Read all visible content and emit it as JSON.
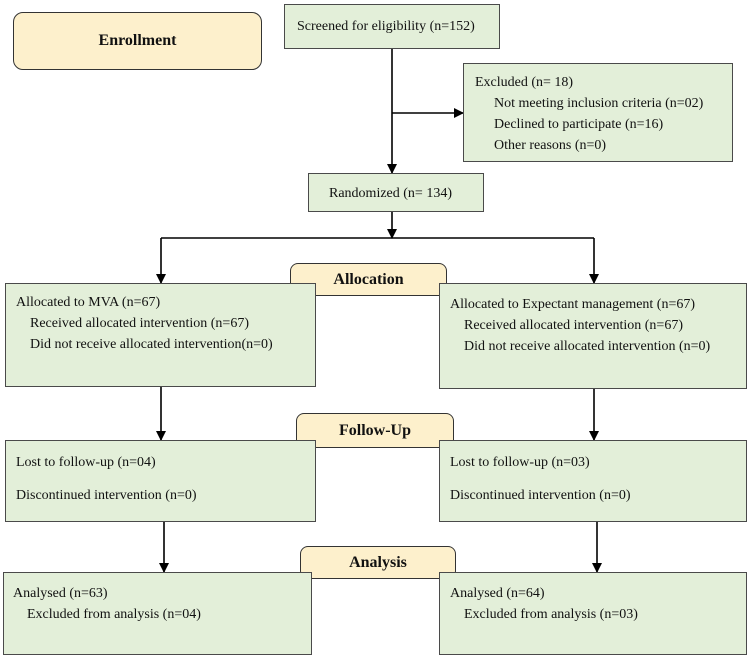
{
  "stages": {
    "enrollment": "Enrollment",
    "allocation": "Allocation",
    "followup": "Follow-Up",
    "analysis": "Analysis"
  },
  "screened": "Screened for eligibility (n=152)",
  "excluded": {
    "title": "Excluded (n= 18)",
    "items": [
      "Not meeting inclusion criteria (n=02)",
      "Declined to participate (n=16)",
      "Other reasons (n=0)"
    ]
  },
  "randomized": "Randomized (n= 134)",
  "left": {
    "allocation": {
      "title": "Allocated to MVA (n=67)",
      "items": [
        "Received allocated intervention (n=67)",
        "Did not receive allocated intervention(n=0)"
      ]
    },
    "followup": {
      "lost": "Lost to follow-up (n=04)",
      "discontinued": "Discontinued intervention (n=0)"
    },
    "analysis": {
      "analysed": "Analysed (n=63)",
      "excluded": "Excluded from analysis (n=04)"
    }
  },
  "right": {
    "allocation": {
      "title": "Allocated to Expectant management (n=67)",
      "items": [
        "Received allocated intervention (n=67)",
        "Did not receive allocated intervention (n=0)"
      ]
    },
    "followup": {
      "lost": "Lost to follow-up (n=03)",
      "discontinued": "Discontinued intervention (n=0)"
    },
    "analysis": {
      "analysed": "Analysed (n=64)",
      "excluded": "Excluded from analysis (n=03)"
    }
  },
  "colors": {
    "box_fill": "#e3efd9",
    "stage_fill": "#fdf0cc",
    "line": "#000000"
  }
}
